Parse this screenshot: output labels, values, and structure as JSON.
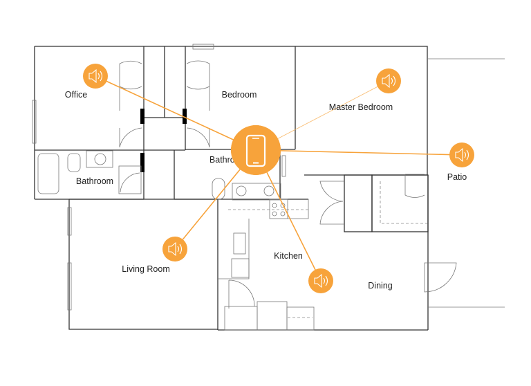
{
  "rooms": {
    "office": "Office",
    "bedroom": "Bedroom",
    "master_bedroom": "Master Bedroom",
    "bathroom_left": "Bathroom",
    "bathroom_hall": "Bathroom",
    "patio": "Patio",
    "living_room": "Living Room",
    "kitchen": "Kitchen",
    "dining": "Dining"
  },
  "colors": {
    "accent": "#F7A33B",
    "wall": "#333333"
  },
  "hub": {
    "icon": "smartphone-icon"
  },
  "speakers": [
    {
      "room": "office",
      "icon": "speaker-icon"
    },
    {
      "room": "master_bedroom",
      "icon": "speaker-icon"
    },
    {
      "room": "patio",
      "icon": "speaker-icon"
    },
    {
      "room": "living_room",
      "icon": "speaker-icon"
    },
    {
      "room": "dining",
      "icon": "speaker-icon"
    }
  ]
}
